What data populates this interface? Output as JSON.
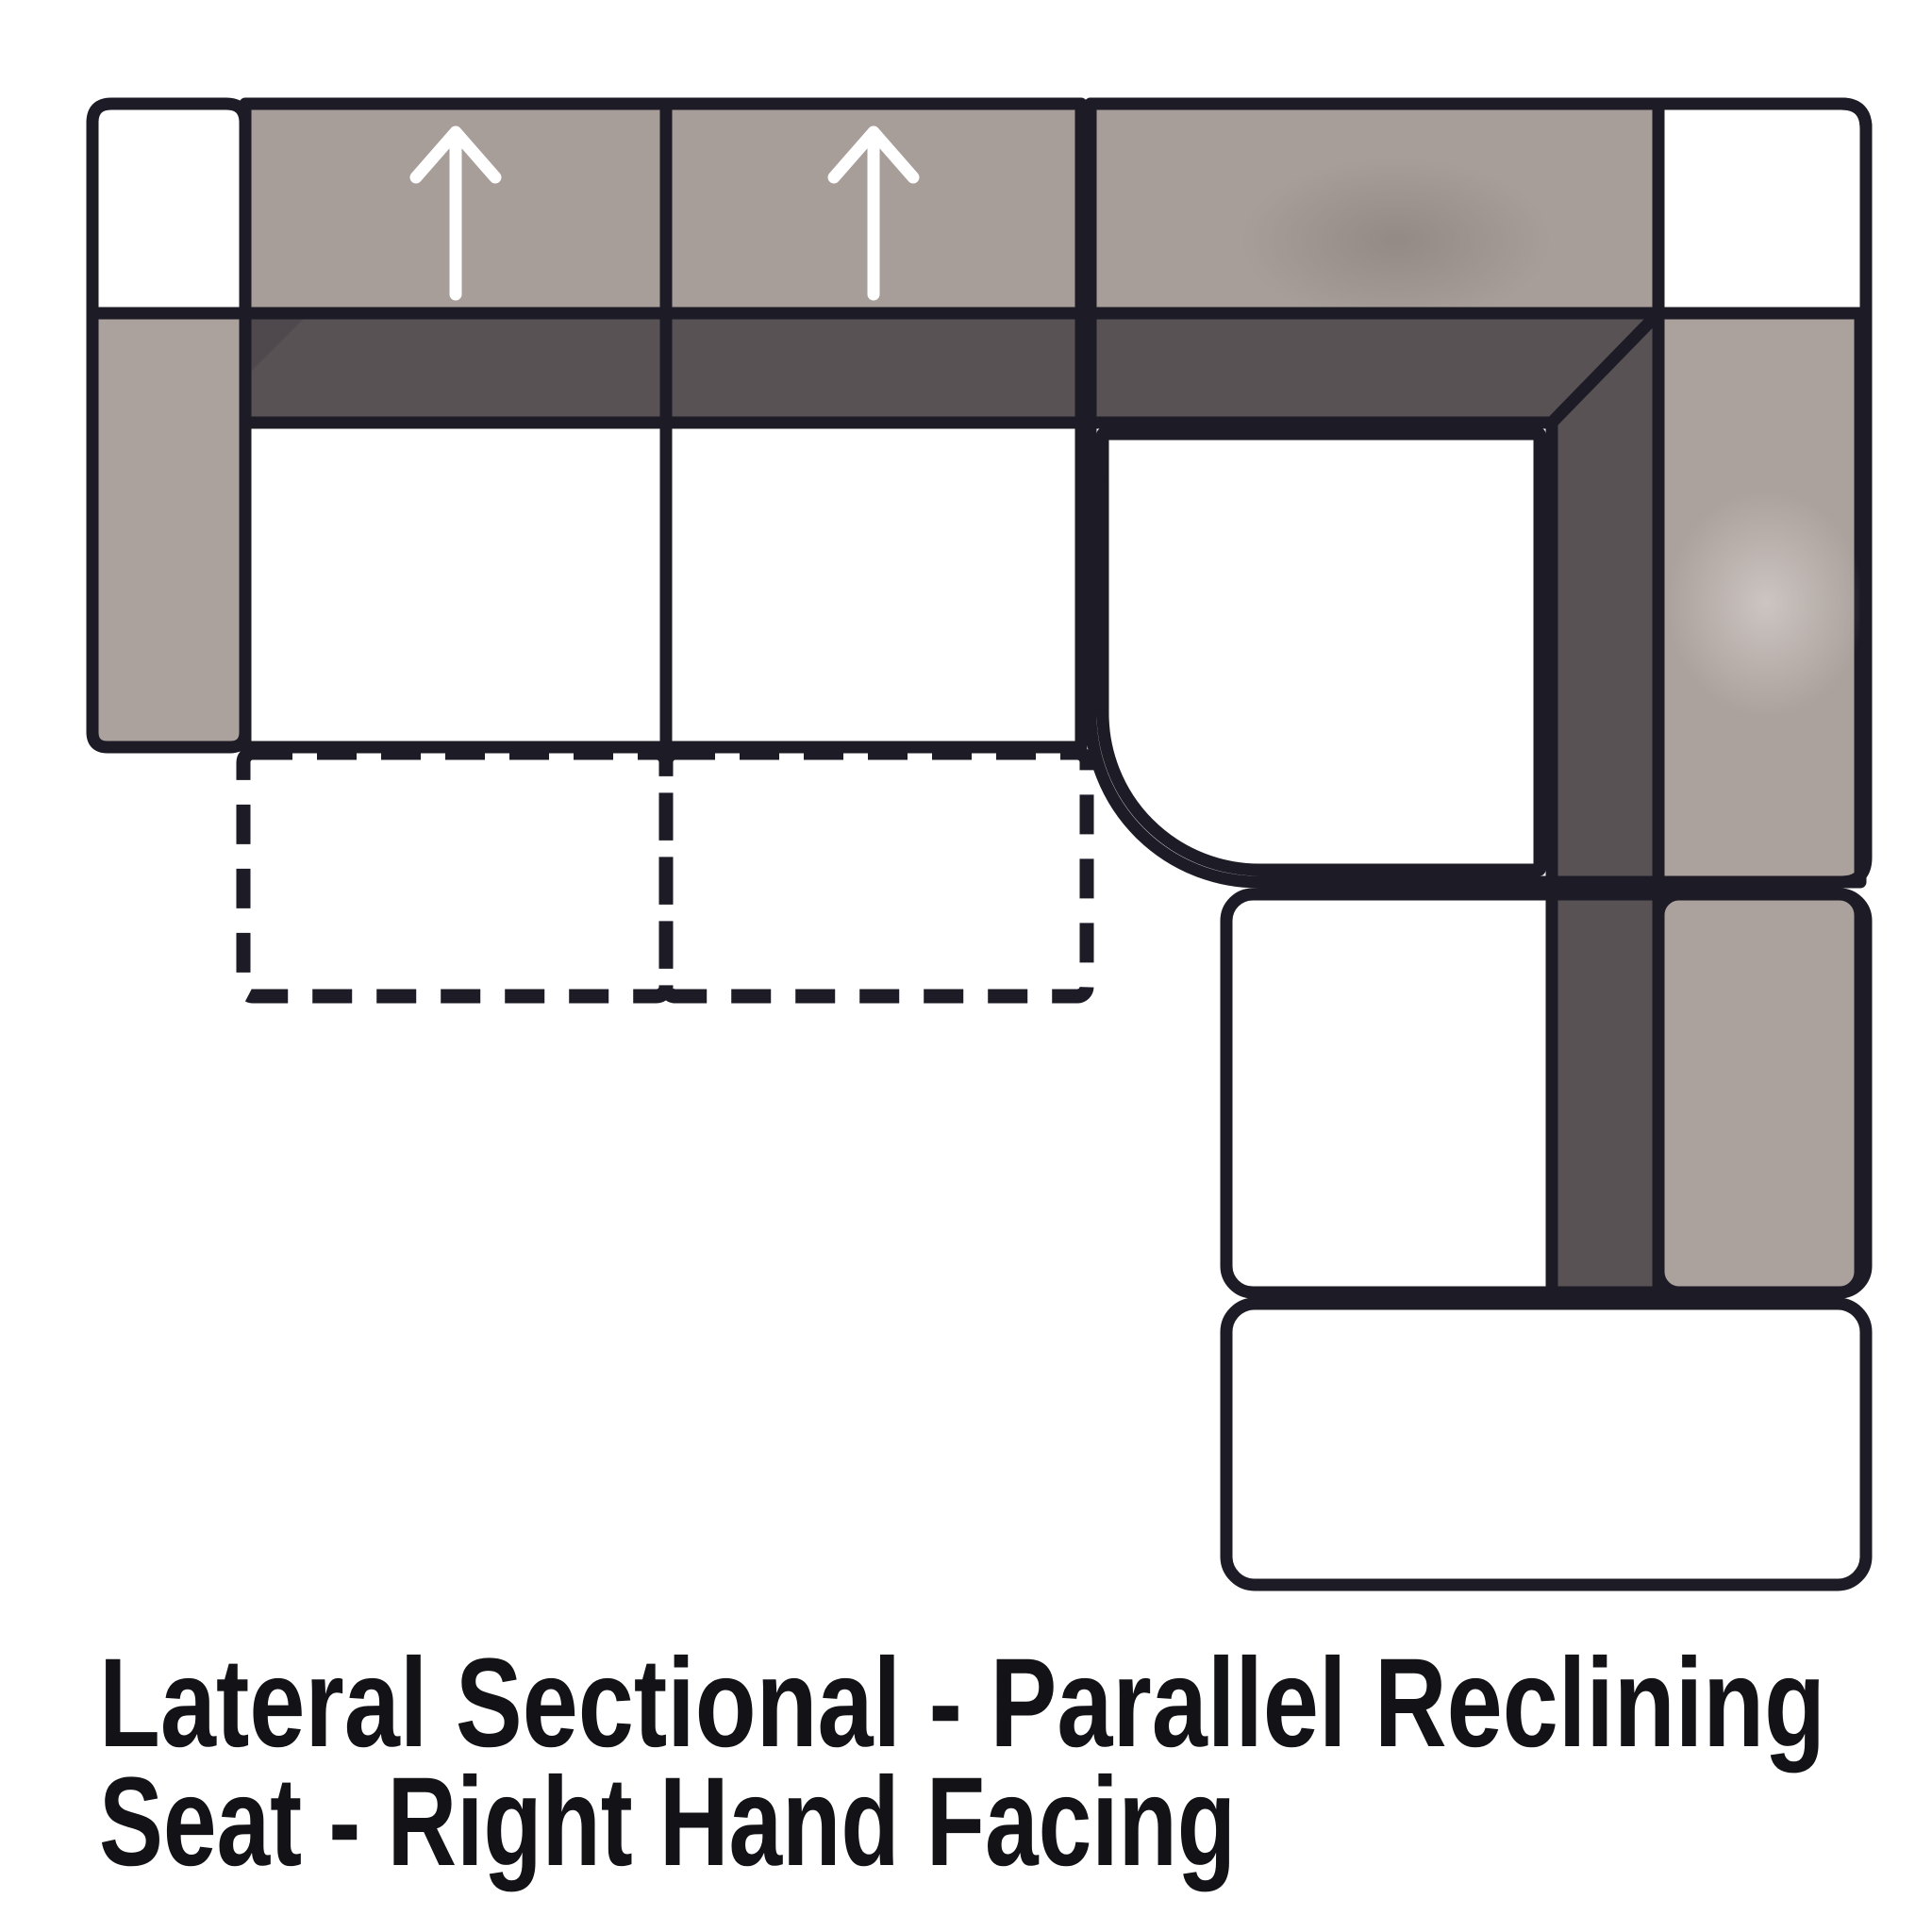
{
  "title": {
    "line1": "Lateral Sectional - Parallel Reclining",
    "line2": "Seat - Right Hand Facing"
  },
  "diagram": {
    "sections": [
      {
        "name": "left-armrest"
      },
      {
        "name": "recliner-seat-1",
        "icon": "up-arrow-icon"
      },
      {
        "name": "recliner-seat-2",
        "icon": "up-arrow-icon"
      },
      {
        "name": "corner-wedge-section"
      },
      {
        "name": "right-seat-section"
      },
      {
        "name": "bottom-seat-section"
      },
      {
        "name": "footrest-extension-1",
        "style": "dashed-outline"
      },
      {
        "name": "footrest-extension-2",
        "style": "dashed-outline"
      }
    ]
  },
  "colors": {
    "background": "#ffffff",
    "outline": "#1d1c26",
    "headrest": "#a79d99",
    "band": "#595255",
    "armrest": "#aba19d",
    "seat": "#ffffff",
    "arrow": "#ffffff",
    "title": "#131217",
    "shadow": "#6e6561",
    "highlight": "#e8e2df"
  }
}
